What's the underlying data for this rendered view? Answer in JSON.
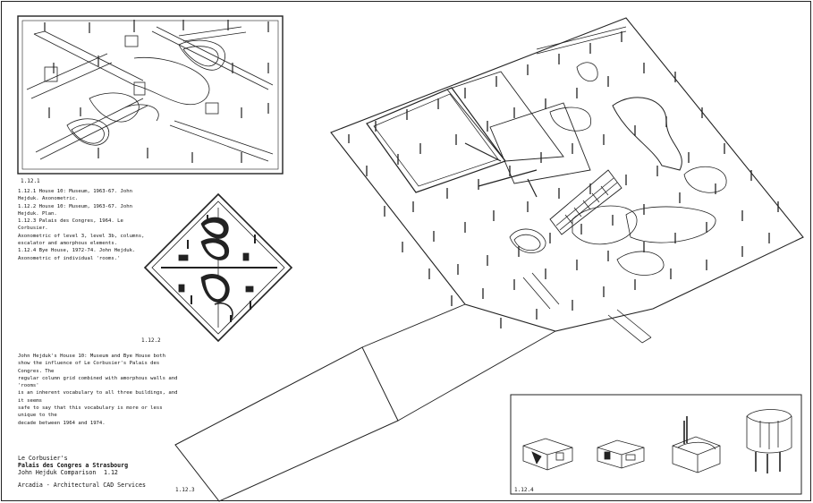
{
  "figures": {
    "fig_1": "1.12.1",
    "fig_2": "1.12.2",
    "fig_3": "1.12.3",
    "fig_4": "1.12.4"
  },
  "captions": [
    "1.12.1 House 10: Museum, 1963-67. John",
    "Hejduk. Axonometric.",
    "1.12.2 House 10: Museum, 1963-67. John",
    "Hejduk. Plan.",
    "1.12.3 Palais des Congres, 1964. Le Corbusier.",
    "Axonometric of level 3, level 3b, columns,",
    "escalator and amorphous elements.",
    "1.12.4 Bye House, 1972-74. John Hejduk.",
    "Axonometric of individual 'rooms.'"
  ],
  "body_text": [
    "John Hejduk's House 10: Museum and Bye House both",
    "show the influence of Le Corbusier's Palais des Congres. The",
    "regular column grid combined with amorphous walls and 'rooms'",
    "is an inherent vocabulary to all three buildings, and it seems",
    "safe to say that this vocabulary is more or less unique to the",
    "decade between 1964 and 1974."
  ],
  "title_block": {
    "architect": "Le Corbusier's",
    "project": "Palais des Congres a Strasbourg",
    "subtitle": "John Hejduk Comparison",
    "sheet": "1.12",
    "credit": "Arcadia - Architectural CAD Services"
  }
}
